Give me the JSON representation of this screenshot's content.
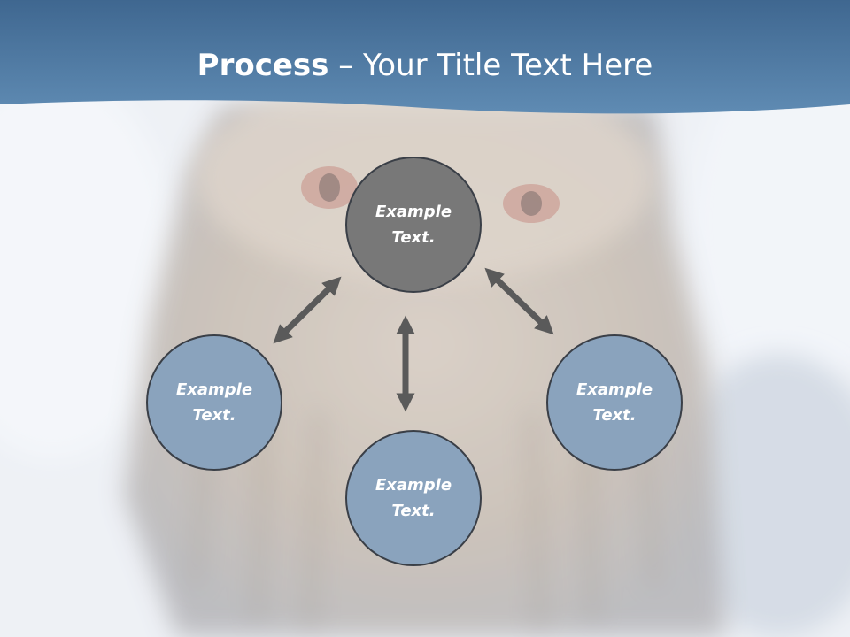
{
  "title": {
    "bold": "Process",
    "separator": " – ",
    "rest": "Your Title Text Here"
  },
  "nodes": {
    "center": "Example\nText.",
    "left": "Example\nText.",
    "bottom": "Example\nText.",
    "right": "Example\nText."
  },
  "colors": {
    "header": "#4f7ba6",
    "center_node": "#787878",
    "outer_node": "#8aa3bd",
    "arrow": "#5a5a5a",
    "background": "#eef1f5"
  }
}
